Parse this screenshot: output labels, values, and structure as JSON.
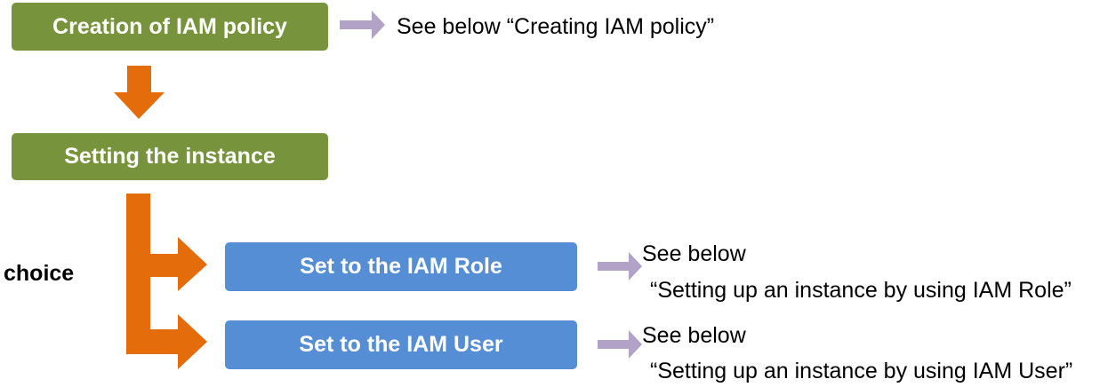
{
  "steps": {
    "step1": "Creation of IAM policy",
    "step2": "Setting the instance",
    "role": "Set to the IAM Role",
    "user": "Set to the IAM User"
  },
  "notes": {
    "step1": "See below “Creating IAM policy”",
    "role_line1": "See below",
    "role_line2": "“Setting up an instance by using IAM Role”",
    "user_line1": "See below",
    "user_line2": "“Setting up an instance by using IAM User”"
  },
  "choice_label": "choice",
  "colors": {
    "step_box": "#77933c",
    "option_box": "#558ed5",
    "flow_arrow": "#e46c0a",
    "reference_arrow": "#b3a2c7"
  }
}
